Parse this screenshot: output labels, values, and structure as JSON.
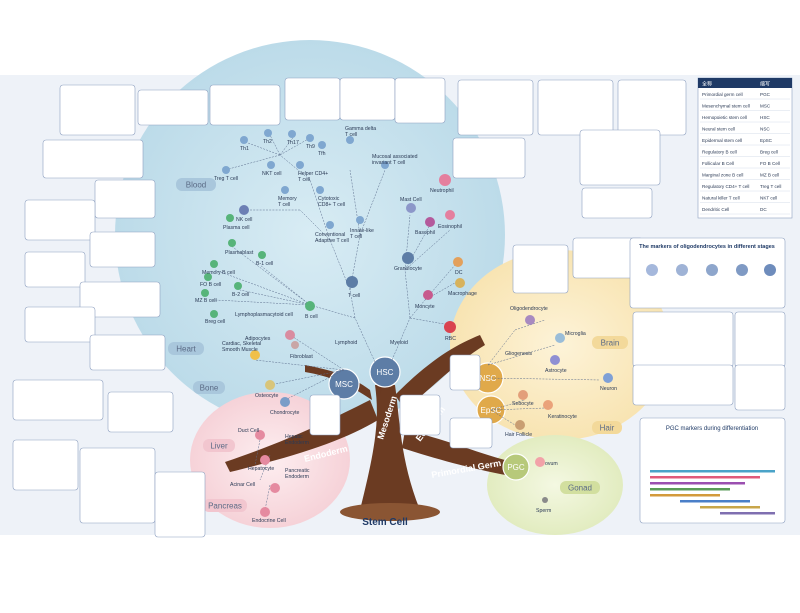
{
  "title": "Stem Cell",
  "hubs": {
    "hsc": "HSC",
    "msc": "MSC",
    "nsc": "NSC",
    "epsc": "EpSC",
    "pgc": "PGC"
  },
  "branches": {
    "mesoderm": "Mesoderm",
    "ectoderm": "Ectoderm",
    "endoderm": "Endoderm",
    "primordial_germ": "Primordial Germ"
  },
  "regions": {
    "blood": "Blood",
    "heart": "Heart",
    "bone": "Bone",
    "liver": "Liver",
    "pancreas": "Pancreas",
    "brain": "Brain",
    "hair": "Hair",
    "gonad": "Gonad"
  },
  "lineage": {
    "lymphoid": "Lymphoid",
    "myeloid": "Myeloid"
  },
  "cells": {
    "th1": "Th1",
    "th2": "Th2",
    "th17": "Th17",
    "th9": "Th9",
    "tfh": "Tfh",
    "treg": "Treg T cell",
    "nkt": "NKT cell",
    "helper": "Helper CD4+\nT cell",
    "gamma_delta": "Gamma delta\nT cell",
    "mait": "Mucosal associated\ninvariant T cell",
    "memory_t": "Memory\nT cell",
    "cytotoxic": "Cytotoxic\nCD8+ T cell",
    "nk": "NK cell",
    "conventional": "Conventional\nAdaptive T cell",
    "innate_like": "Innate-like\nT cell",
    "t_cell": "T cell",
    "plasma": "Plasma cell",
    "plasmablast": "Plasmablast",
    "memory_b": "Memory B cell",
    "b1": "B-1 cell",
    "fo_b": "FO B cell",
    "b2": "B-2 cell",
    "mz_b": "MZ B cell",
    "breg": "Breg cell",
    "lympho": "Lymphoplasmacytoid cell",
    "b_cell": "B cell",
    "mast": "Mast Cell",
    "neutrophil": "Neutrophil",
    "basophil": "Basophil",
    "eosinophil": "Eosinophil",
    "granulocyte": "Granulocyte",
    "dc": "DC",
    "monocyte": "Moncyte",
    "macrophage": "Macrophage",
    "rbc": "RBC",
    "cardiac": "Cardiac, Skeletal\nSmooth Muscle",
    "adipocytes": "Adipocytes",
    "fibroblast": "Fibroblast",
    "osteocyte": "Osteocyte",
    "chondrocyte": "Chondrocyte",
    "duct": "Duct Cell",
    "hepatic": "Hepatic\nEndoderm",
    "hepatocyte": "Hepatocyte",
    "pancreatic": "Pancreatic\nEndoderm",
    "acinar": "Acinar Cell",
    "endocrine": "Endocrine Cell",
    "oligodendrocyte": "Oligodendrocyte",
    "microglia": "Microglia",
    "gliogenesis": "Gliogenesis",
    "astrocyte": "Astrocyte",
    "neuron": "Neuron",
    "sebocyte": "Sebocyte",
    "keratinocyte": "Keratinocyte",
    "hair_follicle": "Hair Follicle",
    "oocyte": "ovum",
    "sperm": "Sperm"
  },
  "panels": {
    "oligo_title": "The markers of oligodendrocytes in different stages",
    "pgc_title": "PGC markers during differentiation"
  },
  "legend": {
    "headers": [
      "全称",
      "缩写"
    ],
    "rows": [
      [
        "Primordial germ cell",
        "PGC"
      ],
      [
        "Mesenchymal stem cell",
        "MSC"
      ],
      [
        "Hemopoietic stem cell",
        "HSC"
      ],
      [
        "Neural stem cell",
        "NSC"
      ],
      [
        "Epidermal stem cell",
        "EpSC"
      ],
      [
        "Regulatory B cell",
        "Breg cell"
      ],
      [
        "Follicular B Cell",
        "FO B Cell"
      ],
      [
        "Marginal zone B cell",
        "MZ B cell"
      ],
      [
        "Regulatory CD4+ T cell",
        "Treg T cell"
      ],
      [
        "Natural killer T cell",
        "NKT cell"
      ],
      [
        "Dendritic Cell",
        "DC"
      ]
    ]
  },
  "colors": {
    "blood_zone": "#cfe6f0",
    "trunk": "#6b3b22",
    "ecto_zone": "#fbeecb",
    "endo_zone": "#fbe3e6",
    "gonad_zone": "#eef4d6",
    "hub_blue": "#5d7da6",
    "accent_navy": "#1f3a66"
  }
}
